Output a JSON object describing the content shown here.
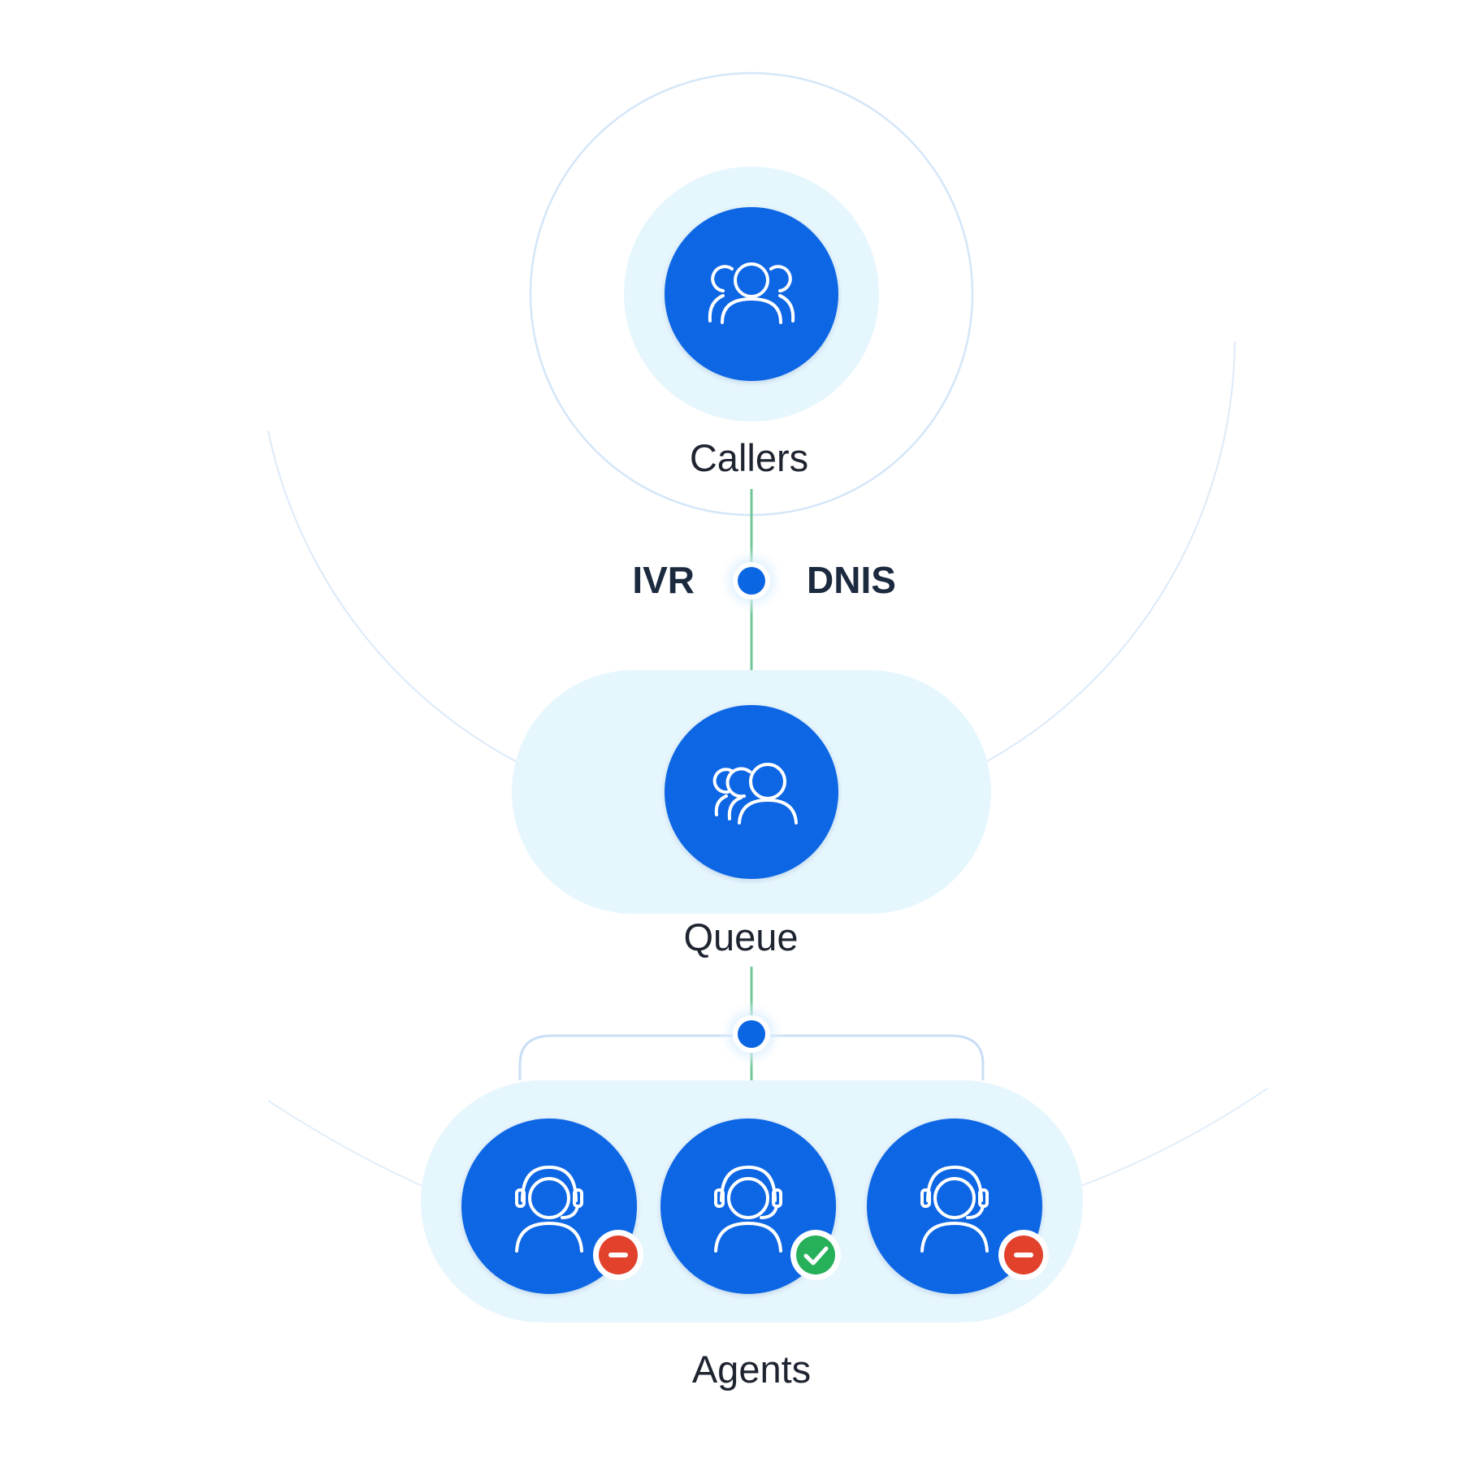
{
  "nodes": {
    "callers": {
      "label": "Callers",
      "icon": "callers-group-icon"
    },
    "queue": {
      "label": "Queue",
      "icon": "queue-people-icon"
    },
    "agents": {
      "label": "Agents",
      "icon": "agent-headset-icon"
    }
  },
  "routing": {
    "left_label": "IVR",
    "right_label": "DNIS"
  },
  "agents": [
    {
      "status": "unavailable",
      "status_icon": "minus-circle-icon"
    },
    {
      "status": "available",
      "status_icon": "check-circle-icon"
    },
    {
      "status": "unavailable",
      "status_icon": "minus-circle-icon"
    }
  ],
  "colors": {
    "node_blue": "#0b66e4",
    "halo_light": "#e6f6fd",
    "ring_line": "#d4e6f8",
    "connector_green": "#72c79a",
    "status_available": "#27b05a",
    "status_unavailable": "#e2422c",
    "text_dark": "#1f2530"
  }
}
